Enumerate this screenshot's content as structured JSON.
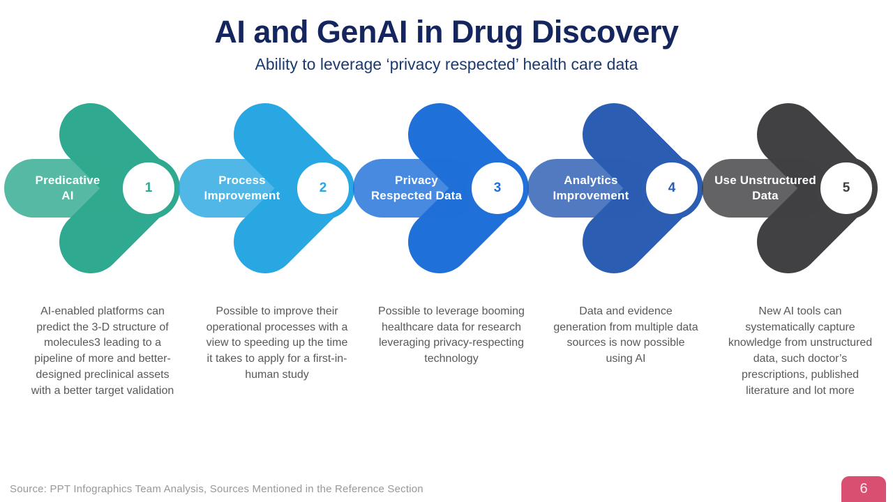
{
  "header": {
    "title": "AI and GenAI in Drug Discovery",
    "subtitle": "Ability to leverage ‘privacy respected’ health care data"
  },
  "steps": [
    {
      "number": "1",
      "label_lines": [
        "Predicative",
        "AI"
      ],
      "color": "#2FA98F",
      "description": "AI-enabled platforms can predict the 3-D structure of molecules3 leading to a pipeline of more and better-designed preclinical assets with a better target validation"
    },
    {
      "number": "2",
      "label_lines": [
        "Process",
        "Improvement"
      ],
      "color": "#29A7E2",
      "description": "Possible to improve their operational processes with a view to speeding up the time it takes to apply for a first-in-human study"
    },
    {
      "number": "3",
      "label_lines": [
        "Privacy",
        "Respected Data"
      ],
      "color": "#1F70D8",
      "description": "Possible to leverage booming healthcare data  for research leveraging privacy-respecting technology"
    },
    {
      "number": "4",
      "label_lines": [
        "Analytics",
        "Improvement"
      ],
      "color": "#2B5DB2",
      "description": "Data and evidence generation from multiple data sources is now possible using AI"
    },
    {
      "number": "5",
      "label_lines": [
        "Use Unstructured",
        "Data"
      ],
      "color": "#414042",
      "description": "New AI tools can systematically capture knowledge from unstructured data, such doctor’s prescriptions, published literature and lot more"
    }
  ],
  "footer": {
    "source": "Source: PPT Infographics Team Analysis, Sources Mentioned in the Reference Section",
    "page_number": "6",
    "badge_color": "#D94F72"
  }
}
